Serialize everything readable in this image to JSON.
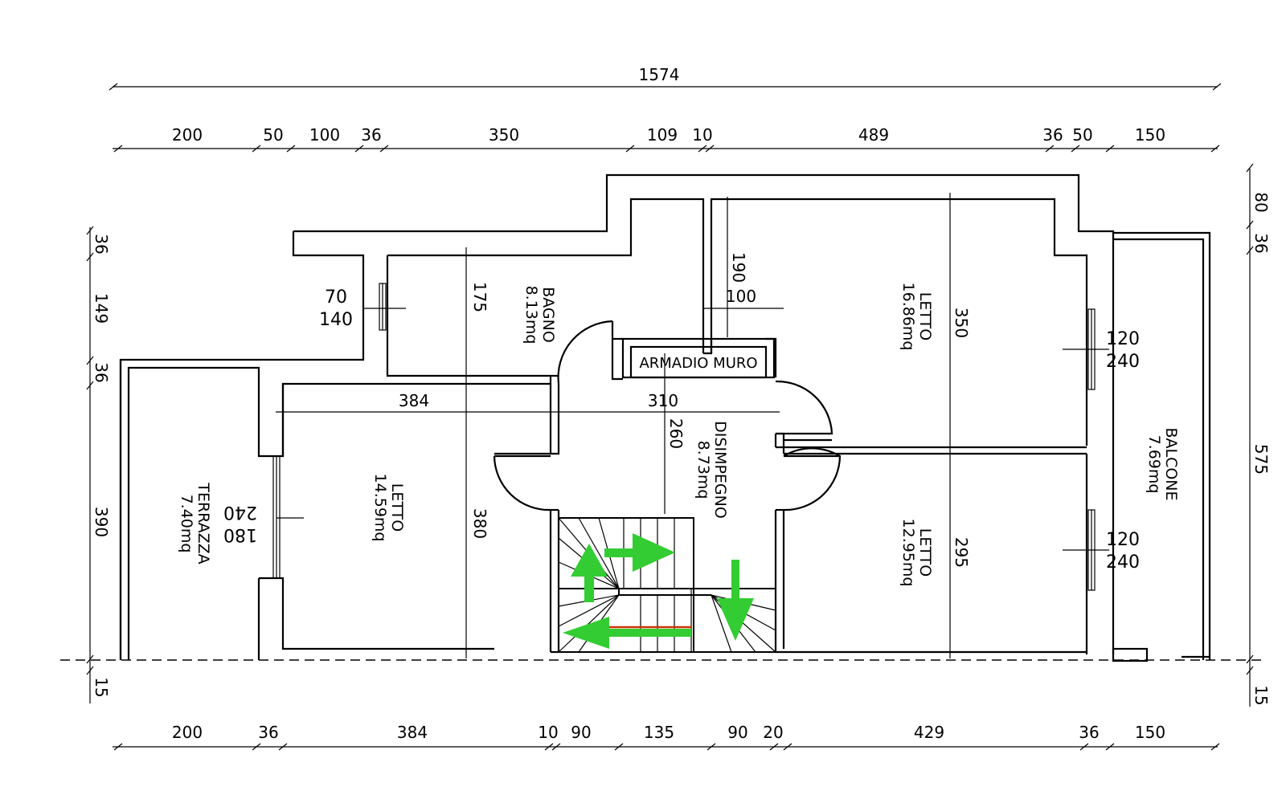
{
  "dimensions": {
    "overall": "1574",
    "top": [
      "200",
      "50",
      "100",
      "36",
      "350",
      "109",
      "10",
      "489",
      "36",
      "50",
      "150"
    ],
    "bottom": [
      "200",
      "36",
      "384",
      "10",
      "90",
      "135",
      "90",
      "20",
      "429",
      "36",
      "150"
    ],
    "left": [
      "36",
      "149",
      "36",
      "390",
      "15"
    ],
    "right": [
      "80",
      "36",
      "575",
      "15"
    ]
  },
  "rooms": {
    "bagno": {
      "name": "BAGNO",
      "area": "8.13mq"
    },
    "letto1": {
      "name": "LETTO",
      "area": "16.86mq"
    },
    "letto2": {
      "name": "LETTO",
      "area": "14.59mq"
    },
    "letto3": {
      "name": "LETTO",
      "area": "12.95mq"
    },
    "disimpegno": {
      "name": "DISIMPEGNO",
      "area": "8.73mq"
    },
    "terrazza": {
      "name": "TERRAZZA",
      "area": "7.40mq"
    },
    "balcone": {
      "name": "BALCONE",
      "area": "7.69mq"
    },
    "armadio": "ARMADIO MURO"
  },
  "windows": {
    "bagno_w": "70",
    "bagno_h": "140",
    "letto1_w": "120",
    "letto1_h": "240",
    "letto3_w": "120",
    "letto3_h": "240",
    "terrazza_w": "180",
    "terrazza_h": "240"
  },
  "internal": {
    "bagno_depth": "175",
    "armadio_depth": "190",
    "armadio_width": "100",
    "letto1_depth": "350",
    "letto2_width": "384",
    "disimpegno_width": "310",
    "disimpegno_depth": "260",
    "letto2_depth": "380",
    "letto3_depth": "295"
  },
  "colors": {
    "arrows": "#33cc33",
    "stair_mark": "#cc3300"
  }
}
